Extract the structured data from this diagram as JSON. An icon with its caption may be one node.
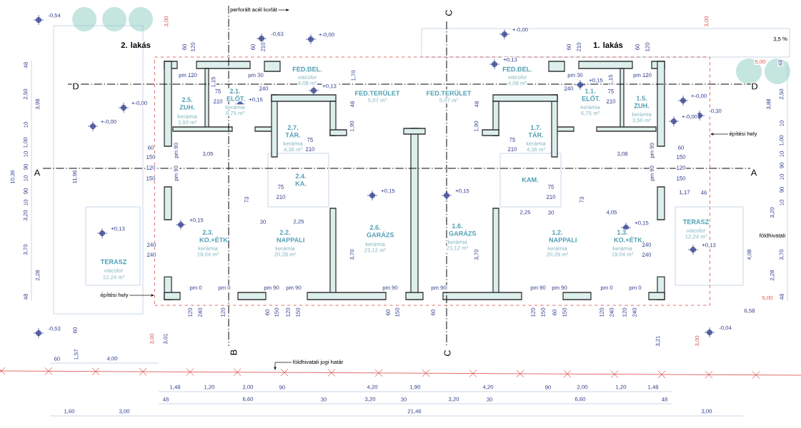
{
  "diagram": {
    "nodes": [
      {
        "text": [
          "perforált acél korlát"
        ]
      },
      {
        "text": [
          "építési hely"
        ]
      },
      {
        "text": [
          "építési hely"
        ]
      },
      {
        "text": [
          "földhivatali jogi határ"
        ]
      },
      {
        "text": [],
        "shape": "box"
      }
    ],
    "edges": [
      {
        "from": 0,
        "to": null,
        "arrow": "to"
      },
      {
        "from": 1,
        "to": 4,
        "arrow": "to"
      },
      {
        "from": 2,
        "to": 4,
        "arrow": "to"
      },
      {
        "from": 3,
        "to": null,
        "arrow": "to"
      }
    ],
    "labels": [
      "2. lakás",
      "1. lakás",
      "C",
      "D",
      "D",
      "A",
      "A",
      "B",
      "C",
      "-0,54",
      "-0,63",
      "+-0,00",
      "+-0,00",
      "+0,13",
      "+0,13",
      "+0,15",
      "+0,15",
      "+-0,00",
      "+-0,00",
      "-0,30",
      "+-0,00",
      "+-0,00",
      "+0,15",
      "+0,15",
      "+0,15",
      "+0,15",
      "+0,13",
      "+0,13",
      "-0,53",
      "-0,04",
      "3,00",
      "3,00",
      "5,00",
      "5,00",
      "3,00",
      "3,00",
      "3,5 %",
      "földhivatali",
      "2.5. ZUH.",
      "kerámia",
      "3,50 m²",
      "2.1. ELŐT.",
      "kerámia",
      "6,75 m²",
      "FED.BEL.",
      "viacolor",
      "4,08 m²",
      "FED.TERÜLET",
      "5,07 m²",
      "2.7. TÁR.",
      "kerámia",
      "4,36 m²",
      "2.4. KA.",
      "2.3. KO.+ÉTK.",
      "kerámia",
      "19,04 m²",
      "2.2. NAPPALI",
      "kerámia",
      "20,28 m²",
      "2.6. GARÁZS",
      "kerámia",
      "21,12 m²",
      "TERASZ",
      "viacolor",
      "12,24 m²",
      "FED.TERÜLET",
      "5,07 m²",
      "FED.BEL.",
      "viacolor",
      "4,08 m²",
      "1.1. ELŐT.",
      "kerámia",
      "6,75 m²",
      "1.5. ZUH.",
      "kerámia",
      "3,50 m²",
      "1.7. TÁR.",
      "kerámia",
      "4,36 m²",
      "KAM.",
      "1.6. GARÁZS",
      "kerámia",
      "21,12 m²",
      "1.2. NAPPALI",
      "kerámia",
      "20,29 m²",
      "1.3. KO.+ÉTK.",
      "kerámia",
      "19,04 m²",
      "TERASZ",
      "viacolor",
      "12,24 m²",
      "60",
      "120",
      "60",
      "210",
      "60",
      "210",
      "60",
      "120",
      "pm 120",
      "pm 30",
      "pm 30",
      "pm 120",
      "1,15",
      "75",
      "210",
      "240",
      "1,15",
      "75",
      "210",
      "240",
      "1,70",
      "48",
      "1,90",
      "48",
      "1,90",
      "75",
      "210",
      "75",
      "210",
      "3,05",
      "3,08",
      "60",
      "150",
      "120",
      "150",
      "60",
      "150",
      "120",
      "150",
      "pm 90",
      "pm 90",
      "pm 90",
      "pm 90",
      "75",
      "210",
      "75",
      "210",
      "73",
      "73",
      "1,17",
      "46",
      "30",
      "2,25",
      "2,25",
      "30",
      "4,05",
      "240",
      "240",
      "240",
      "240",
      "3,70",
      "3,70",
      "pm 0",
      "pm 0",
      "pm 90",
      "pm 90",
      "pm 90",
      "pm 90",
      "pm 90",
      "pm 90",
      "pm 0",
      "pm 0",
      "48",
      "2,50",
      "3,98",
      "10",
      "1,00",
      "10",
      "90",
      "10",
      "90",
      "10",
      "3,20",
      "3,70",
      "2,28",
      "48",
      "10,36",
      "11,96",
      "48",
      "2,50",
      "3,88",
      "10",
      "1,00",
      "10",
      "90",
      "10",
      "90",
      "10",
      "3,20",
      "3,70",
      "2,28",
      "48",
      "4,08",
      "120",
      "240",
      "120",
      "60",
      "150",
      "120",
      "150",
      "60",
      "150",
      "60",
      "120",
      "150",
      "60",
      "150",
      "120",
      "240",
      "120",
      "240",
      "6,58",
      "60",
      "3,01",
      "3,21",
      "60",
      "1,57",
      "4,00",
      "1,48",
      "1,20",
      "2,00",
      "90",
      "4,20",
      "1,90",
      "4,20",
      "90",
      "2,00",
      "1,20",
      "1,48",
      "48",
      "6,60",
      "30",
      "3,20",
      "30",
      "3,20",
      "30",
      "6,60",
      "48",
      "1,60",
      "3,00",
      "21,46",
      "3,00"
    ]
  }
}
